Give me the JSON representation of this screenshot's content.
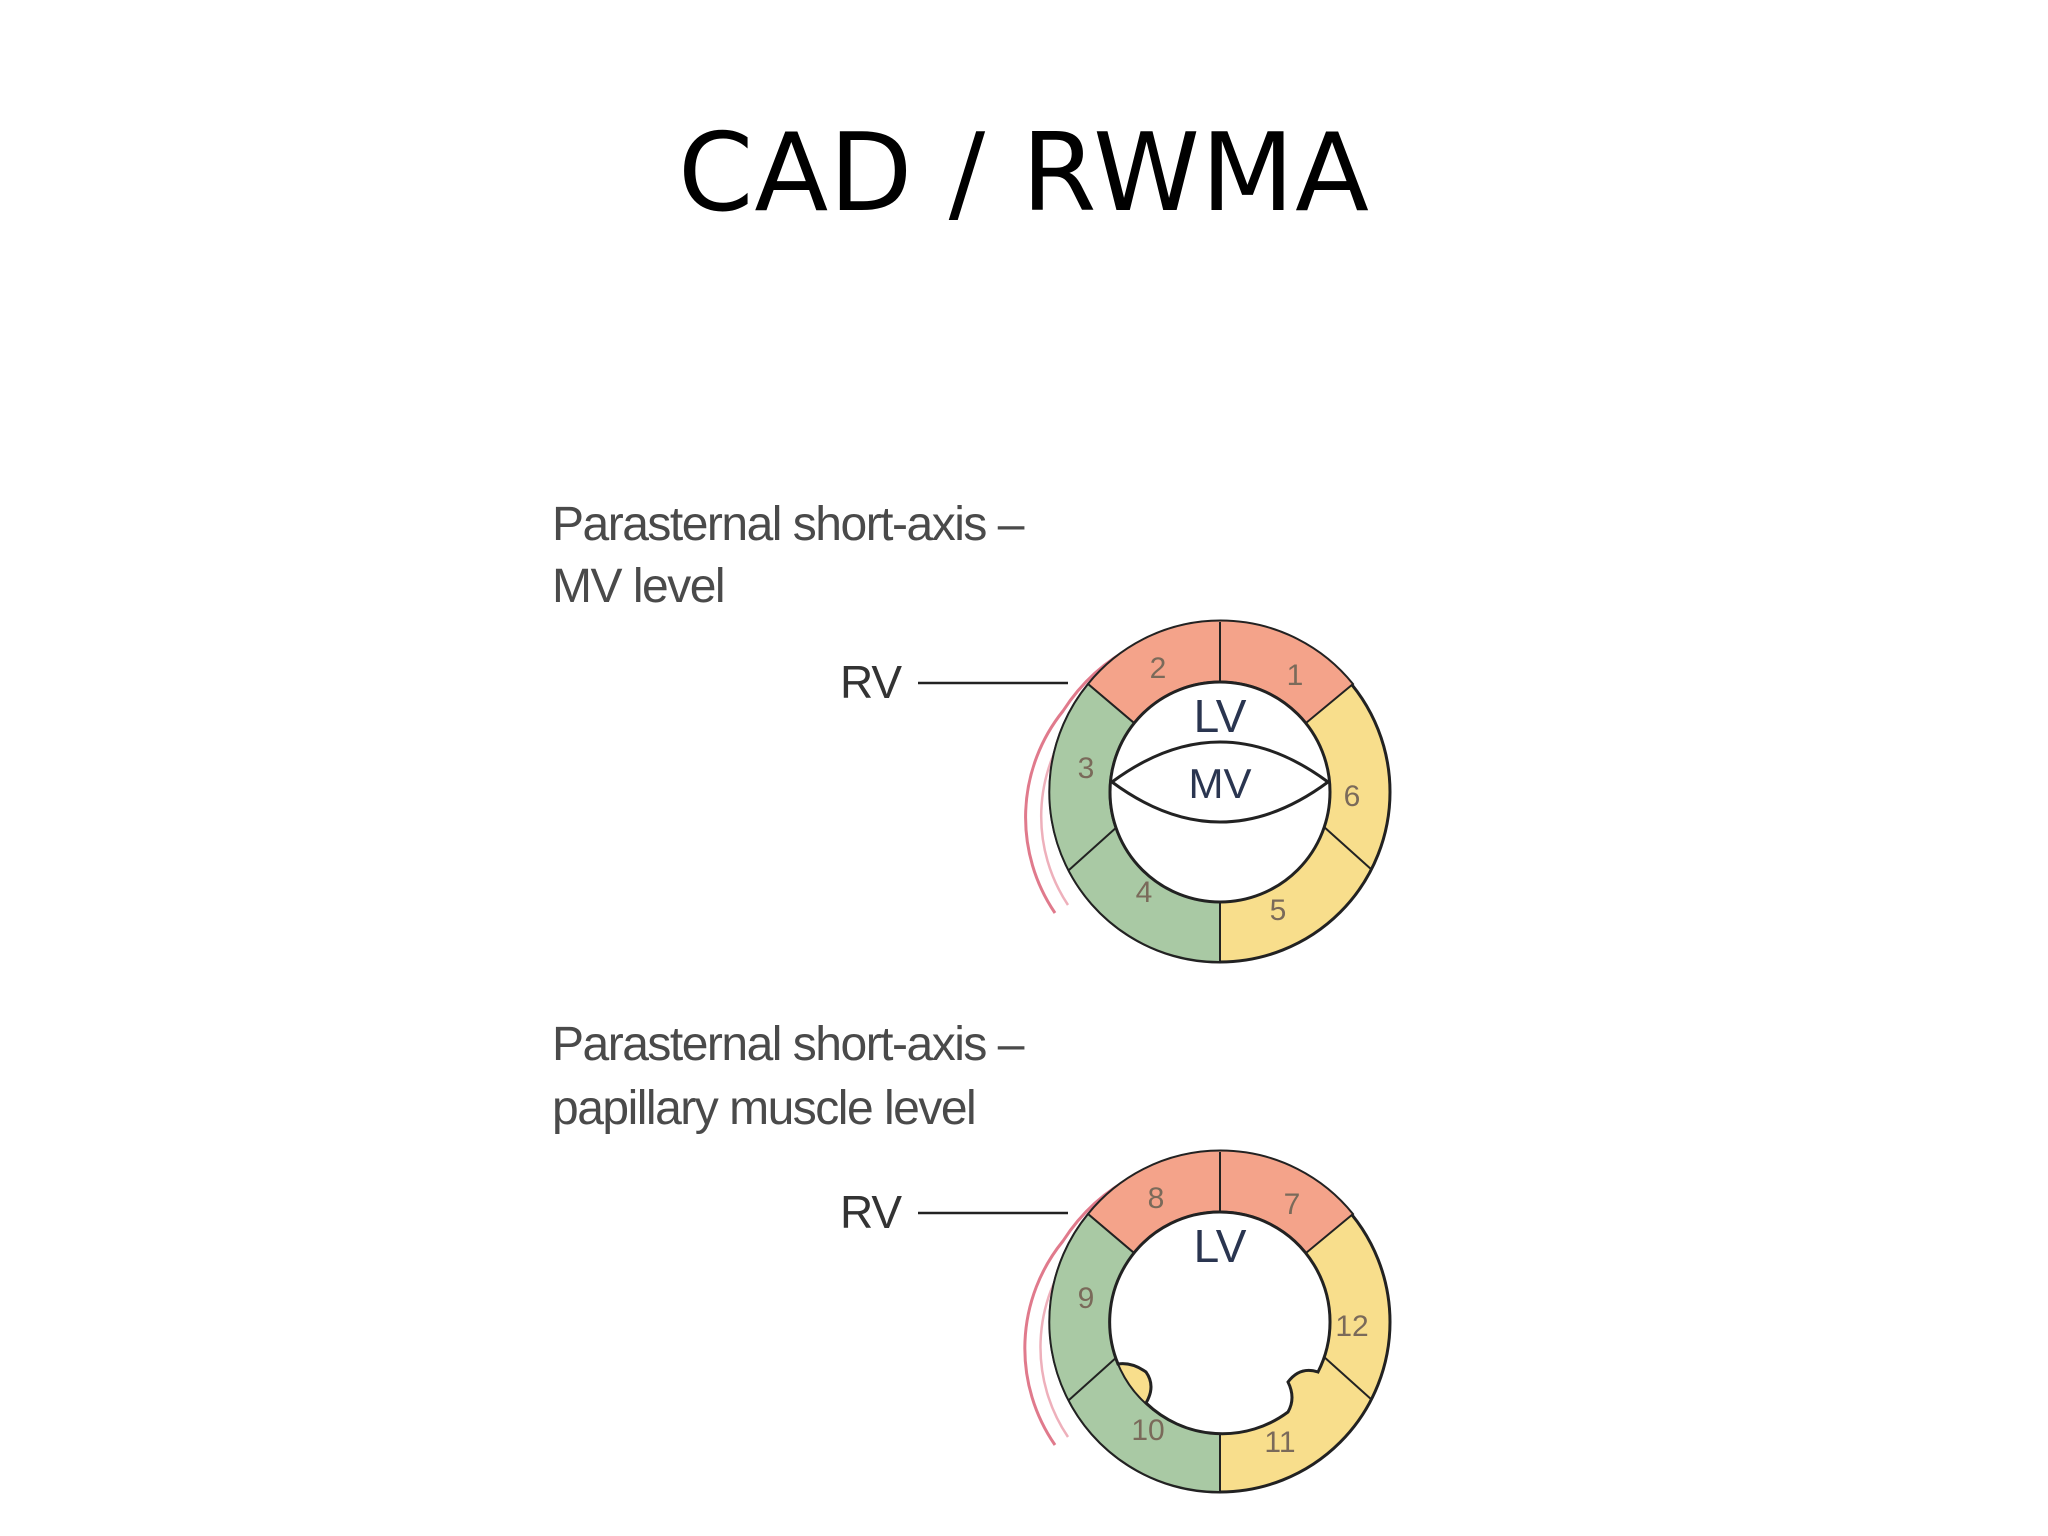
{
  "title": "CAD / RWMA",
  "colors": {
    "anterior_segments": "#f4a38a",
    "septal_segments": "#a9c9a4",
    "lateral_segments": "#f8de8c",
    "rv_outline": "#e07a8c",
    "outline": "#222222"
  },
  "panels": [
    {
      "caption_line1": "Parasternal short-axis –",
      "caption_line2": "MV level",
      "rv_label": "RV",
      "lv_label": "LV",
      "mv_label": "MV",
      "segments": [
        "1",
        "2",
        "3",
        "4",
        "5",
        "6"
      ]
    },
    {
      "caption_line1": "Parasternal short-axis –",
      "caption_line2": "papillary muscle level",
      "rv_label": "RV",
      "lv_label": "LV",
      "segments": [
        "7",
        "8",
        "9",
        "10",
        "11",
        "12"
      ]
    }
  ]
}
